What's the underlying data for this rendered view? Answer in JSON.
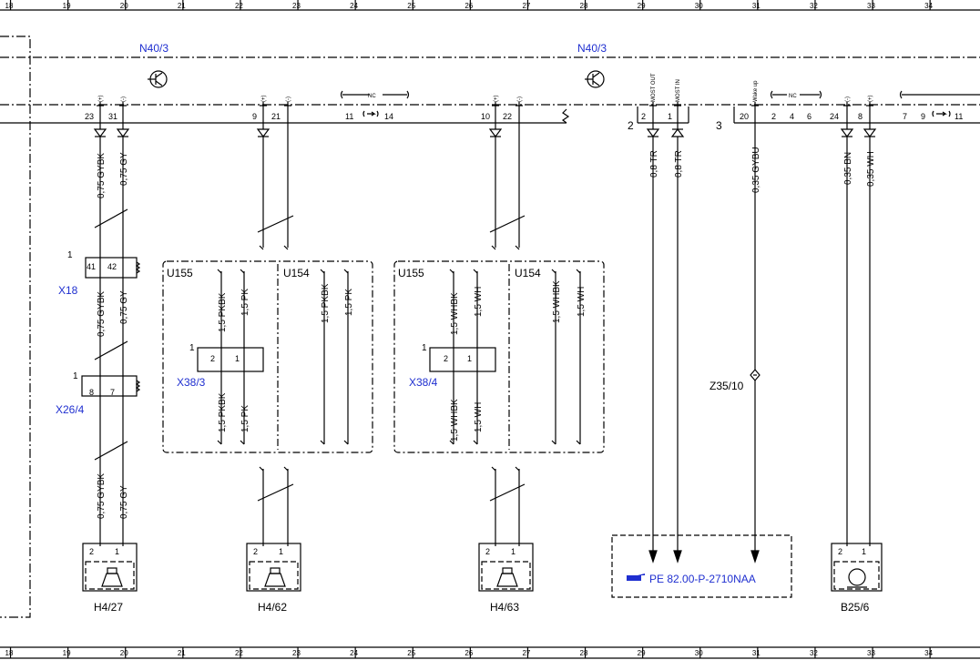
{
  "ruler": {
    "top": [
      "18",
      "19",
      "20",
      "21",
      "22",
      "23",
      "24",
      "25",
      "26",
      "27",
      "28",
      "29",
      "30",
      "31",
      "32",
      "33",
      "34"
    ],
    "bottom": [
      "18",
      "19",
      "20",
      "21",
      "22",
      "23",
      "24",
      "25",
      "26",
      "27",
      "28",
      "29",
      "30",
      "31",
      "32",
      "33",
      "34"
    ]
  },
  "modules": {
    "left": "N40/3",
    "right": "N40/3"
  },
  "connectors": {
    "x18": "X18",
    "x26_4": "X26/4",
    "x38_3": "X38/3",
    "x38_4": "X38/4",
    "z35_10": "Z35/10",
    "u155": "U155",
    "u154": "U154",
    "nc": "NC"
  },
  "pins": {
    "p23": "23",
    "p31": "31",
    "p9": "9",
    "p21": "21",
    "p11": "11",
    "p14": "14",
    "p10": "10",
    "p22": "22",
    "p2a": "2",
    "p1a": "1",
    "p20": "20",
    "p2b": "2",
    "p4": "4",
    "p6": "6",
    "p24": "24",
    "p8": "8",
    "p7": "7",
    "p9b": "9",
    "p11b": "11",
    "x18_41": "41",
    "x18_42": "42",
    "x26_8": "8",
    "x26_7": "7",
    "x38_2": "2",
    "x38_1": "1",
    "one": "1",
    "two": "2",
    "three": "3",
    "plus": "(+)",
    "minus": "(-)",
    "most_out": "MOST OUT",
    "most_in": "MOST IN",
    "wake_up": "Wake up"
  },
  "wires": {
    "gybk": "0,75 GYBK",
    "gy": "0,75 GY",
    "pkbk": "1,5 PKBK",
    "pk": "1,5 PK",
    "whbk": "1,5 WHBK",
    "wh": "1,5 WH",
    "tr": "0,8 TR",
    "gybu": "0,35 GYBU",
    "bn": "0,35 BN",
    "wh35": "0,35 WH"
  },
  "devices": {
    "h4_27": "H4/27",
    "h4_62": "H4/62",
    "h4_63": "H4/63",
    "b25_6": "B25/6"
  },
  "reference": {
    "text": "PE 82.00-P-2710NAA",
    "icon": "pointing-hand-icon"
  }
}
